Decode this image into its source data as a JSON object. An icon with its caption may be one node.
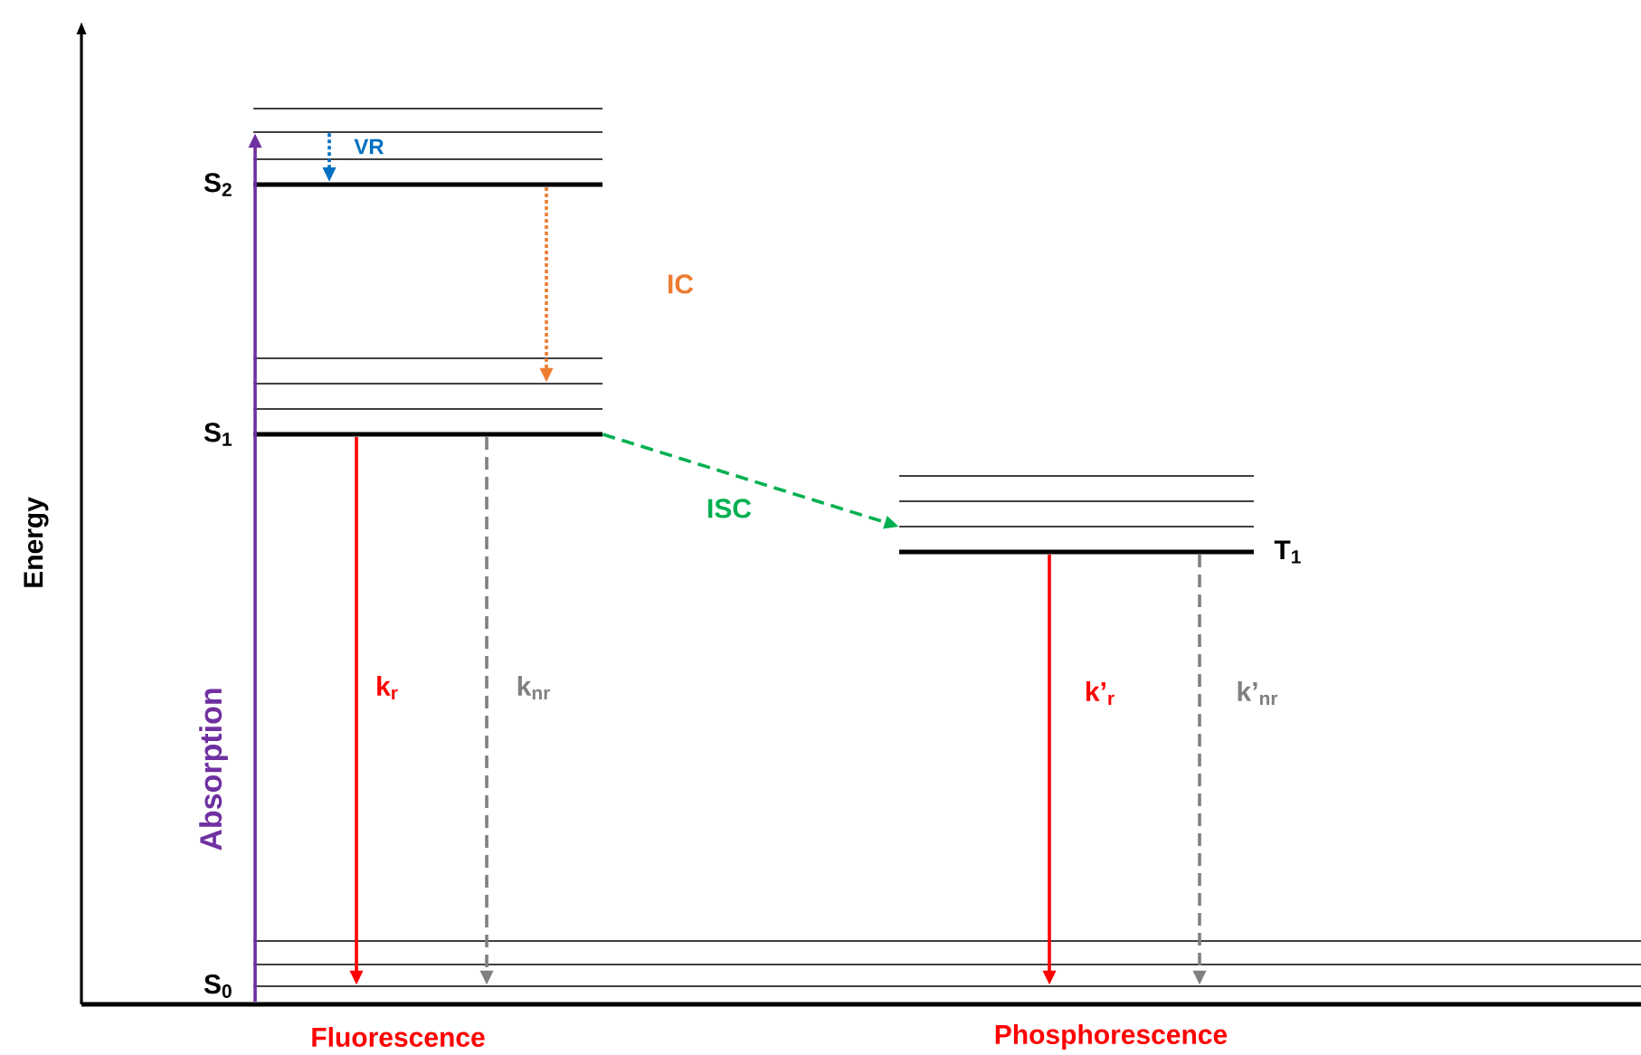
{
  "diagram": {
    "nodes": [
      {
        "text": [],
        "shape": "bar"
      },
      {
        "text": [],
        "shape": "bar"
      },
      {
        "text": [],
        "shape": "bar"
      },
      {
        "text": [],
        "shape": "bar",
        "beside": [
          "S$_{2}$"
        ]
      },
      {
        "text": [],
        "shape": "bar"
      },
      {
        "text": [],
        "shape": "bar"
      },
      {
        "text": [],
        "shape": "bar"
      },
      {
        "text": [],
        "shape": "bar",
        "beside": [
          "S$_{1}$"
        ]
      },
      {
        "text": [],
        "shape": "bar"
      },
      {
        "text": [],
        "shape": "bar"
      },
      {
        "text": [],
        "shape": "bar"
      },
      {
        "text": [],
        "shape": "bar",
        "beside": [
          "T$_{1}$"
        ]
      },
      {
        "text": [],
        "shape": "bar"
      },
      {
        "text": [],
        "shape": "bar"
      },
      {
        "text": [],
        "shape": "bar"
      },
      {
        "text": [],
        "shape": "bar",
        "beside": [
          "S$_{0}$"
        ]
      }
    ],
    "edges": [
      {
        "from": 15,
        "to": 1,
        "arrow": "to",
        "label": "Absorption",
        "color": "#7030a0"
      },
      {
        "from": 1,
        "to": 3,
        "arrow": "to",
        "label": "VR",
        "style": "dashed",
        "color": "#0070c0"
      },
      {
        "from": 3,
        "to": 5,
        "arrow": "to",
        "label": "IC",
        "style": "dashed",
        "color": "#ed7d31"
      },
      {
        "from": 7,
        "to": 10,
        "arrow": "to",
        "label": "ISC",
        "style": "dashed",
        "color": "#00b050"
      },
      {
        "from": 7,
        "to": 14,
        "arrow": "to",
        "label": "k$_{r}$",
        "color": "#ff0000"
      },
      {
        "from": 7,
        "to": 14,
        "arrow": "to",
        "label": "k$_{nr}$",
        "style": "dashed",
        "color": "#808080"
      },
      {
        "from": 11,
        "to": 14,
        "arrow": "to",
        "label": "k’$_{r}$",
        "color": "#ff0000"
      },
      {
        "from": 11,
        "to": 14,
        "arrow": "to",
        "label": "k’$_{nr}$",
        "style": "dashed",
        "color": "#808080"
      }
    ],
    "labels": [
      "Energy",
      "Fluorescence",
      "Phosphorescence"
    ]
  }
}
